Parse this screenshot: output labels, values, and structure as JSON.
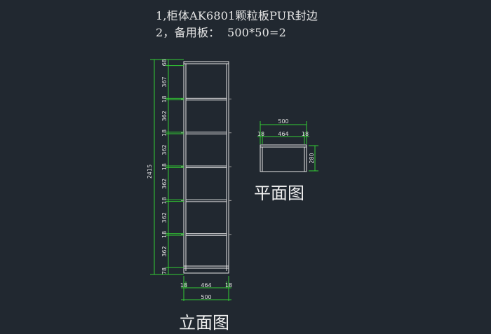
{
  "notes": {
    "line1": "1,柜体AK6801颗粒板PUR封边",
    "line2": "2，备用板：  500*50=2"
  },
  "captions": {
    "plan": "平面图",
    "elevation": "立面图"
  },
  "elevation": {
    "total_height": "2415",
    "segments": [
      "68",
      "367",
      "18",
      "362",
      "18",
      "362",
      "18",
      "362",
      "18",
      "362",
      "18",
      "362",
      "78"
    ],
    "bottom_dims": [
      "18",
      "464",
      "18"
    ],
    "overall_width": "500"
  },
  "plan": {
    "overall_width": "500",
    "inner_dims": [
      "18",
      "464",
      "18"
    ],
    "depth": "280"
  },
  "colors": {
    "background": "#212830",
    "outline": "#e6e6e6",
    "dimension": "#33cc33",
    "shelf_pin": "#9a9a9a"
  }
}
